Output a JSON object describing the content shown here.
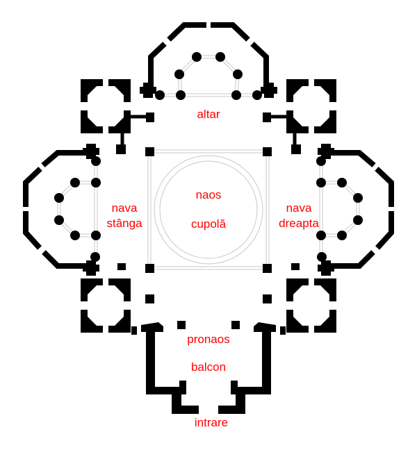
{
  "colors": {
    "wall": "#000000",
    "label": "#ff0000",
    "guide": "#c8c8c8"
  },
  "labels": {
    "altar": "altar",
    "naos": "naos",
    "cupola": "cupolă",
    "nava_stanga_1": "nava",
    "nava_stanga_2": "stânga",
    "nava_dreapta_1": "nava",
    "nava_dreapta_2": "dreapta",
    "pronaos": "pronaos",
    "balcon": "balcon",
    "intrare": "intrare"
  }
}
